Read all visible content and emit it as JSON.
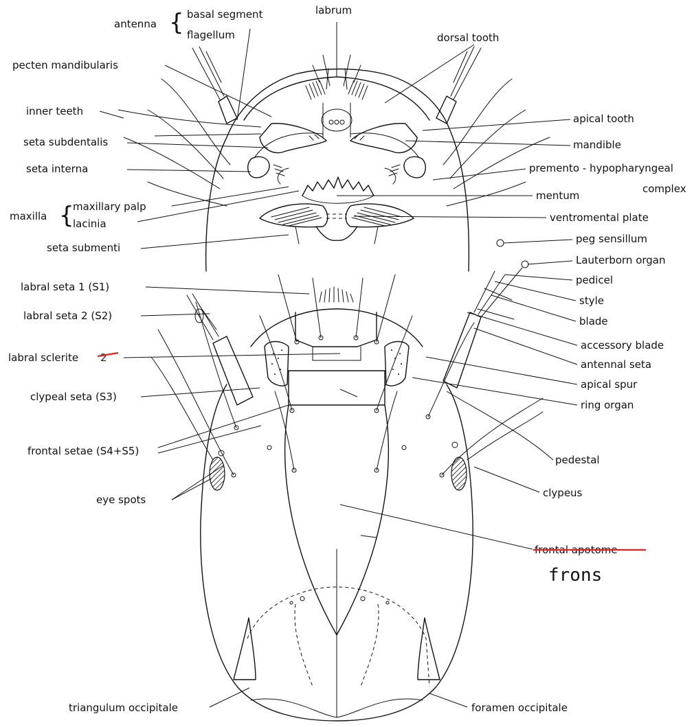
{
  "labels": {
    "antenna": "antenna",
    "basal_segment": "basal segment",
    "flagellum": "flagellum",
    "labrum": "labrum",
    "dorsal_tooth": "dorsal tooth",
    "pecten_mandibularis": "pecten mandibularis",
    "inner_teeth": "inner teeth",
    "seta_subdentalis": "seta subdentalis",
    "seta_interna": "seta interna",
    "maxilla": "maxilla",
    "maxillary_palp": "maxillary palp",
    "lacinia": "lacinia",
    "seta_submenti": "seta submenti",
    "apical_tooth": "apical tooth",
    "mandible": "mandible",
    "premento_hypopharyngeal": "premento - hypopharyngeal",
    "complex": "complex",
    "mentum": "mentum",
    "ventromental_plate": "ventromental plate",
    "peg_sensillum": "peg sensillum",
    "lauterborn_organ": "Lauterborn organ",
    "pedicel": "pedicel",
    "style": "style",
    "blade": "blade",
    "accessory_blade": "accessory blade",
    "antennal_seta": "antennal seta",
    "apical_spur": "apical spur",
    "ring_organ": "ring organ",
    "labral_seta_1": "labral seta 1 (S1)",
    "labral_seta_2": "labral seta 2 (S2)",
    "labral_sclerite": "labral sclerite",
    "labral_sclerite_struck": "2",
    "clypeal_seta": "clypeal seta  (S3)",
    "frontal_setae": "frontal setae (S4+S5)",
    "eye_spots": "eye spots",
    "pedestal": "pedestal",
    "clypeus": "clypeus",
    "frontal_apotome": "frontal apotome",
    "frons": "frons",
    "triangulum_occipitale": "triangulum occipitale",
    "foramen_occipitale": "foramen occipitale"
  },
  "colors": {
    "ink": "#111111",
    "strike": "#e02020",
    "background": "#ffffff"
  }
}
